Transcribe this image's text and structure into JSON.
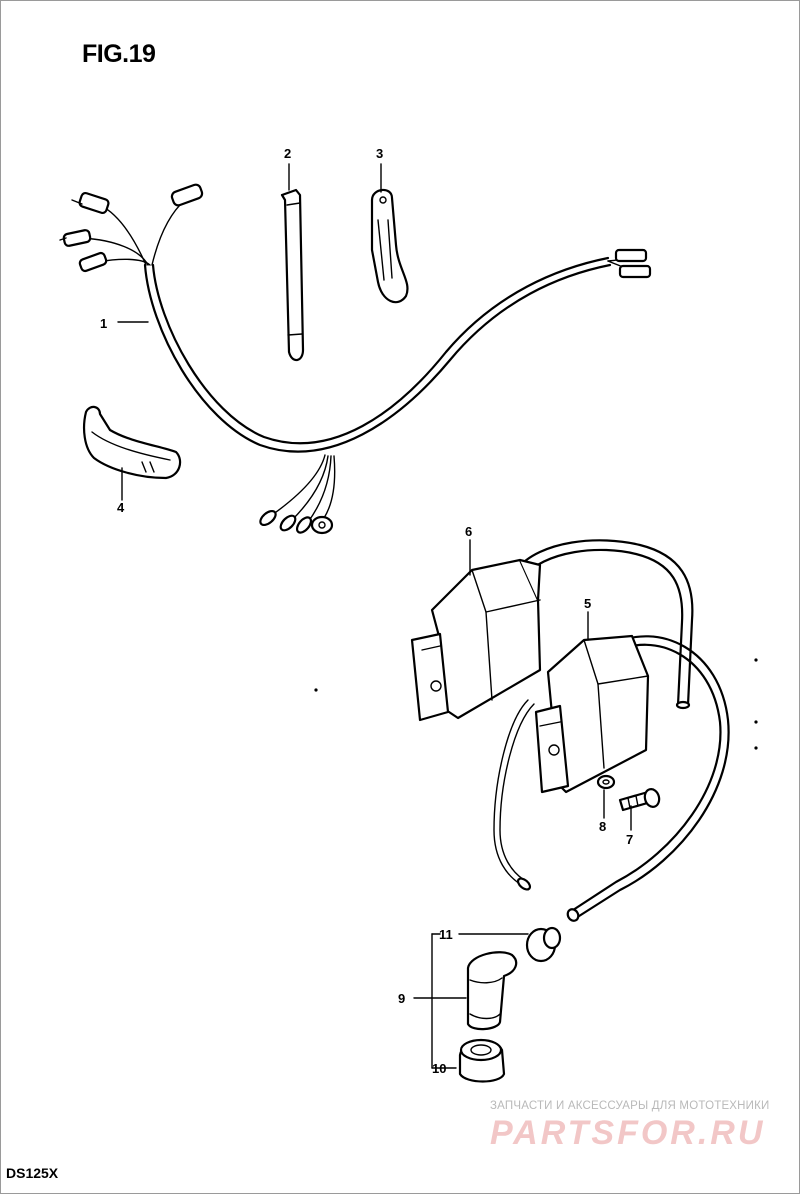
{
  "figure": {
    "title": "FIG.19",
    "model": "DS125X"
  },
  "callouts": [
    {
      "id": "1",
      "text": "1"
    },
    {
      "id": "2",
      "text": "2"
    },
    {
      "id": "3",
      "text": "3"
    },
    {
      "id": "4",
      "text": "4"
    },
    {
      "id": "5",
      "text": "5"
    },
    {
      "id": "6",
      "text": "6"
    },
    {
      "id": "7",
      "text": "7"
    },
    {
      "id": "8",
      "text": "8"
    },
    {
      "id": "9",
      "text": "9"
    },
    {
      "id": "10",
      "text": "10"
    },
    {
      "id": "11",
      "text": "11"
    }
  ],
  "watermark": {
    "line": "ЗАПЧАСТИ И АКСЕССУАРЫ ДЛЯ МОТОТЕХНИКИ",
    "logo": "PARTSFOR.RU",
    "color": "#f2c7c7"
  }
}
